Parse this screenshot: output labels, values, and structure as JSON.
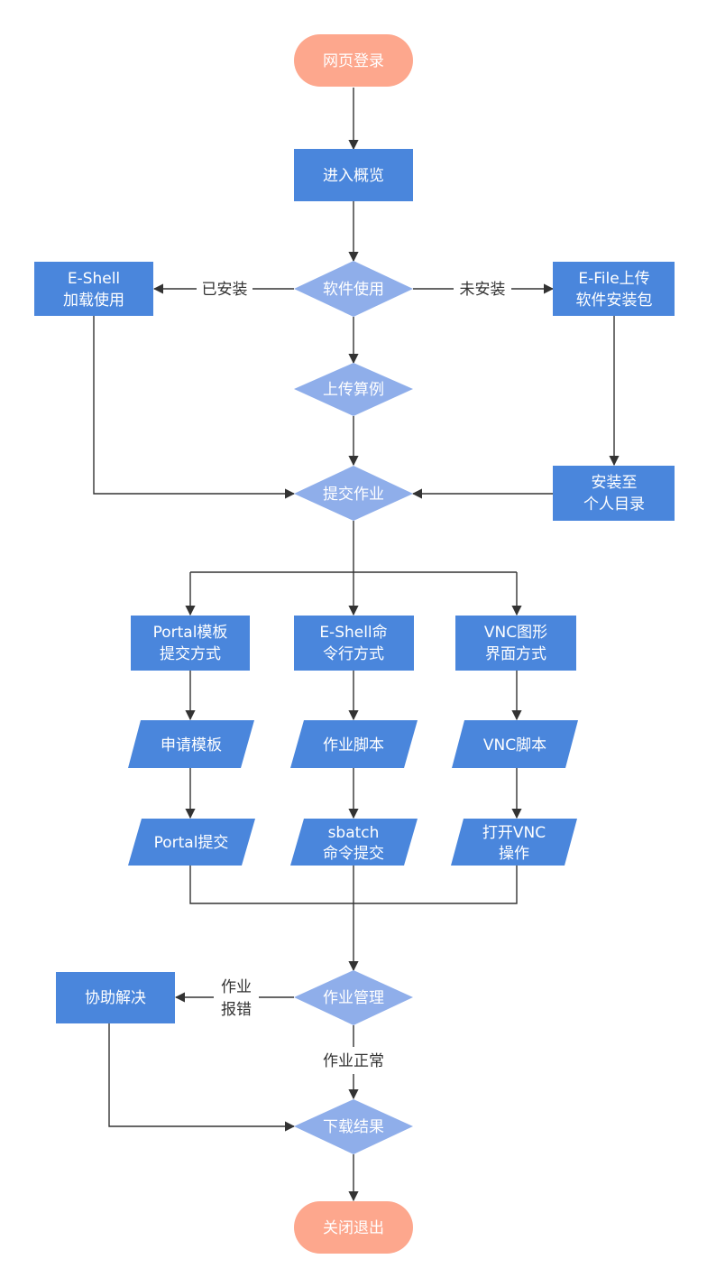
{
  "colors": {
    "terminal": "#fda78d",
    "process": "#4a86dc",
    "decision": "#8faeea",
    "io": "#4a86dc",
    "line": "#333333",
    "text_light": "#ffffff",
    "text_dark": "#333333"
  },
  "nodes": {
    "start": {
      "shape": "terminal",
      "lines": [
        "网页登录"
      ]
    },
    "overview": {
      "shape": "process",
      "lines": [
        "进入概览"
      ]
    },
    "software_use": {
      "shape": "decision",
      "lines": [
        "软件使用"
      ]
    },
    "eshell_load": {
      "shape": "process",
      "lines": [
        "E-Shell",
        "加载使用"
      ]
    },
    "efile_upload": {
      "shape": "process",
      "lines": [
        "E-File上传",
        "软件安装包"
      ]
    },
    "upload_example": {
      "shape": "decision",
      "lines": [
        "上传算例"
      ]
    },
    "install_dir": {
      "shape": "process",
      "lines": [
        "安装至",
        "个人目录"
      ]
    },
    "submit_job": {
      "shape": "decision",
      "lines": [
        "提交作业"
      ]
    },
    "portal_mode": {
      "shape": "process",
      "lines": [
        "Portal模板",
        "提交方式"
      ]
    },
    "eshell_mode": {
      "shape": "process",
      "lines": [
        "E-Shell命",
        "令行方式"
      ]
    },
    "vnc_mode": {
      "shape": "process",
      "lines": [
        "VNC图形",
        "界面方式"
      ]
    },
    "apply_template": {
      "shape": "io",
      "lines": [
        "申请模板"
      ]
    },
    "job_script": {
      "shape": "io",
      "lines": [
        "作业脚本"
      ]
    },
    "vnc_script": {
      "shape": "io",
      "lines": [
        "VNC脚本"
      ]
    },
    "portal_submit": {
      "shape": "io",
      "lines": [
        "Portal提交"
      ]
    },
    "sbatch_submit": {
      "shape": "io",
      "lines": [
        "sbatch",
        "命令提交"
      ]
    },
    "open_vnc": {
      "shape": "io",
      "lines": [
        "打开VNC",
        "操作"
      ]
    },
    "job_manage": {
      "shape": "decision",
      "lines": [
        "作业管理"
      ]
    },
    "assist_solve": {
      "shape": "process",
      "lines": [
        "协助解决"
      ]
    },
    "download": {
      "shape": "decision",
      "lines": [
        "下载结果"
      ]
    },
    "exit": {
      "shape": "terminal",
      "lines": [
        "关闭退出"
      ]
    }
  },
  "edge_labels": {
    "installed": [
      "已安装"
    ],
    "not_installed": [
      "未安装"
    ],
    "job_error": [
      "作业",
      "报错"
    ],
    "job_normal": [
      "作业正常"
    ]
  }
}
